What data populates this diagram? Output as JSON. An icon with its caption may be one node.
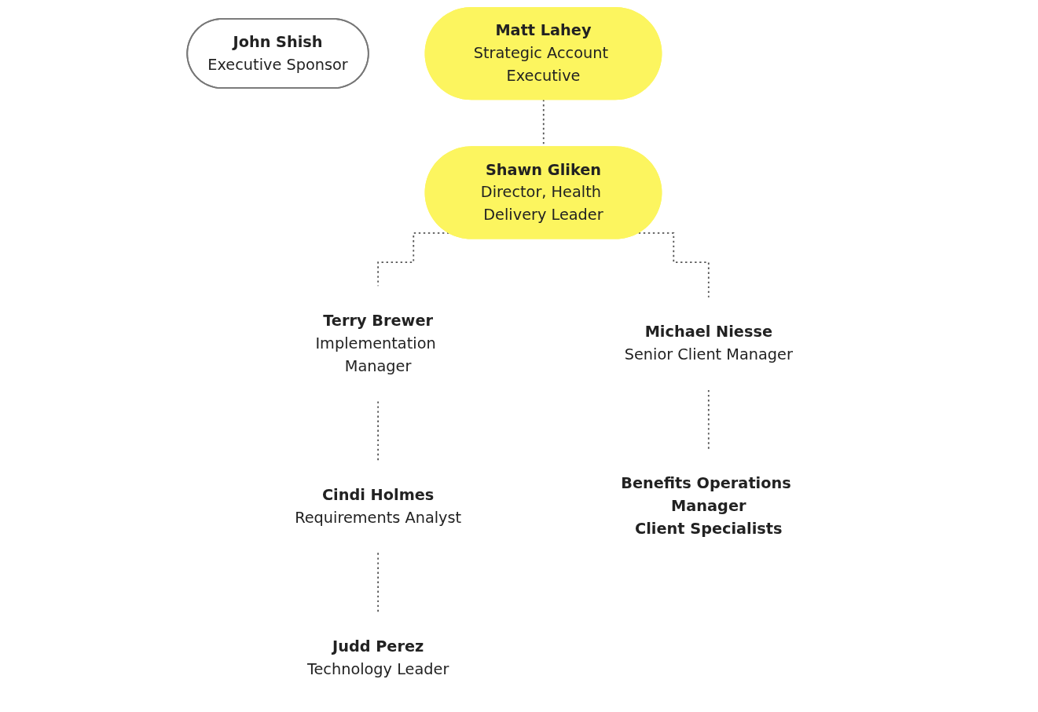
{
  "diagram": {
    "nodes": [
      {
        "text": [
          "John Shish",
          "Executive Sponsor"
        ]
      },
      {
        "text": [
          "Matt Lahey",
          "Strategic Account Executive"
        ]
      },
      {
        "text": [
          "Shawn Gliken",
          "Director, Health Delivery Leader"
        ]
      },
      {
        "text": [
          "Terry Brewer",
          "Implementation Manager"
        ]
      },
      {
        "text": [
          "Cindi Holmes",
          "Requirements Analyst"
        ]
      },
      {
        "text": [
          "Judd Perez",
          "Technology Leader"
        ]
      },
      {
        "text": [
          "Michael Niesse",
          "Senior Client Manager"
        ]
      },
      {
        "text": [
          "Benefits Operations Manager",
          "Client Specialists"
        ]
      }
    ],
    "edges": [
      {
        "from": 1,
        "to": 2,
        "arrow": "none",
        "style": "dashed"
      },
      {
        "from": 2,
        "to": 3,
        "arrow": "none",
        "style": "dashed"
      },
      {
        "from": 2,
        "to": 6,
        "arrow": "none",
        "style": "dashed"
      },
      {
        "from": 3,
        "to": 4,
        "arrow": "none",
        "style": "dashed"
      },
      {
        "from": 4,
        "to": 5,
        "arrow": "none",
        "style": "dashed"
      },
      {
        "from": 6,
        "to": 7,
        "arrow": "none",
        "style": "dashed"
      }
    ]
  }
}
